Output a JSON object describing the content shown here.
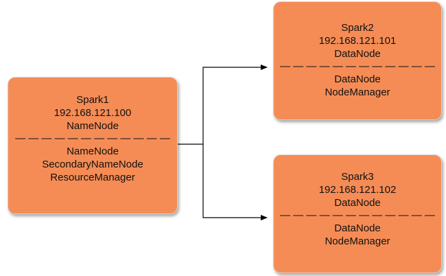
{
  "colors": {
    "node_fill": "#f58c55",
    "edge": "#000000"
  },
  "nodes": [
    {
      "id": "spark1",
      "hostname": "Spark1",
      "ip": "192.168.121.100",
      "role": "NameNode",
      "divider": "— — — — — — — — — — — —",
      "services": [
        "NameNode",
        "SecondaryNameNode",
        "ResourceManager"
      ]
    },
    {
      "id": "spark2",
      "hostname": "Spark2",
      "ip": "192.168.121.101",
      "role": "DataNode",
      "divider": "— — — — — — — — — — — —",
      "services": [
        "DataNode",
        "NodeManager"
      ]
    },
    {
      "id": "spark3",
      "hostname": "Spark3",
      "ip": "192.168.121.102",
      "role": "DataNode",
      "divider": "— — — — — — — — — — — —",
      "services": [
        "DataNode",
        "NodeManager"
      ]
    }
  ],
  "edges": [
    {
      "from": "spark1",
      "to": "spark2"
    },
    {
      "from": "spark1",
      "to": "spark3"
    }
  ]
}
